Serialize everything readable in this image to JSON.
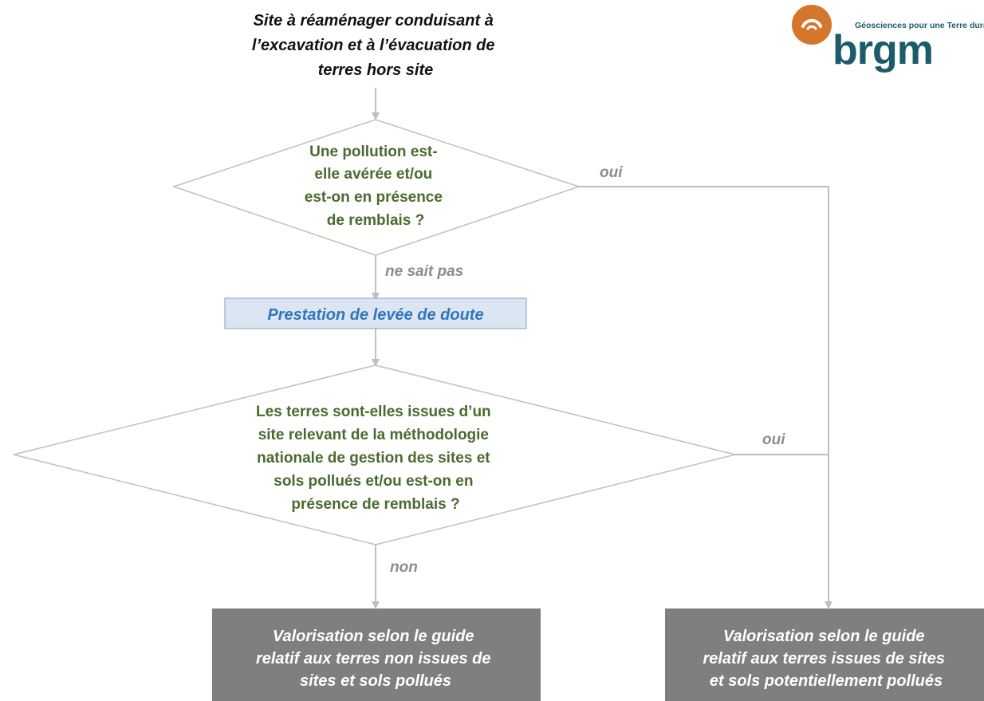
{
  "logo": {
    "wordmark": "brgm",
    "tagline": "Géosciences pour une Terre durab",
    "colors": {
      "circle": "#d4762c",
      "text": "#1c5b6b"
    }
  },
  "start": {
    "lines": [
      "Site à réaménager conduisant à",
      "l’excavation et à l’évacuation de",
      "terres hors site"
    ]
  },
  "decision1": {
    "lines": [
      "Une pollution est-",
      "elle avérée et/ou",
      "est-on en présence",
      "de remblais ?"
    ],
    "yes_label": "oui",
    "unknown_label": "ne sait pas"
  },
  "action": {
    "label": "Prestation de levée de doute"
  },
  "decision2": {
    "lines": [
      "Les terres sont-elles issues d’un",
      "site relevant de la méthodologie",
      "nationale de gestion des sites et",
      "sols pollués et/ou est-on en",
      "présence de remblais ?"
    ],
    "yes_label": "oui",
    "no_label": "non"
  },
  "outcome_left": {
    "lines": [
      "Valorisation selon le guide",
      "relatif aux terres non issues de",
      "sites et sols pollués"
    ]
  },
  "outcome_right": {
    "lines": [
      "Valorisation selon le guide",
      "relatif aux terres issues de sites",
      "et sols potentiellement pollués"
    ]
  },
  "colors": {
    "connector": "#bfbfbf",
    "question_text": "#4a6a2f",
    "branch_text": "#8c8c8c",
    "action_fill": "#dce6f2",
    "action_border": "#7f9fc4",
    "action_text": "#2f76c0",
    "outcome_fill": "#7f7f7f"
  }
}
